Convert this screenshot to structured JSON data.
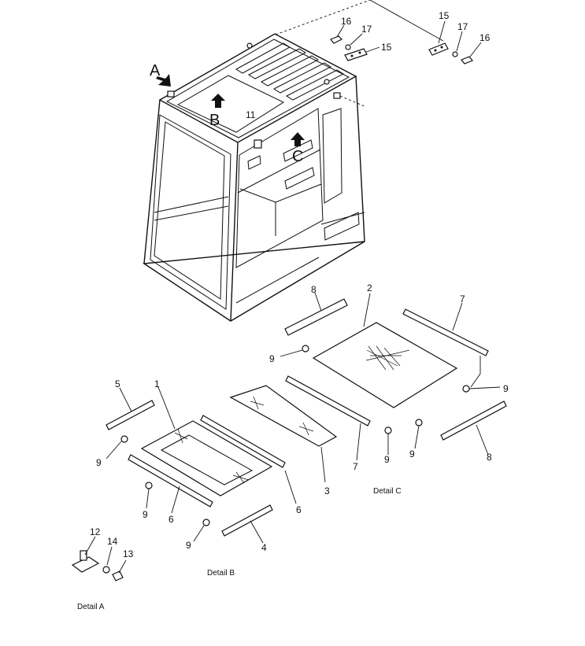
{
  "view_letters": {
    "a": "A",
    "b": "B",
    "c": "C"
  },
  "callouts": {
    "c1": "1",
    "c2": "2",
    "c3": "3",
    "c4": "4",
    "c5": "5",
    "c6a": "6",
    "c6b": "6",
    "c7a": "7",
    "c7b": "7",
    "c8a": "8",
    "c8b": "8",
    "c9a": "9",
    "c9b": "9",
    "c9c": "9",
    "c9d": "9",
    "c9e": "9",
    "c9f": "9",
    "c9g": "9",
    "c11": "11",
    "c12": "12",
    "c13": "13",
    "c14": "14",
    "c15a": "15",
    "c15b": "15",
    "c16a": "16",
    "c16b": "16",
    "c17a": "17",
    "c17b": "17"
  },
  "detail_captions": {
    "a": "Detail A",
    "b": "Detail B",
    "c": "Detail C"
  }
}
